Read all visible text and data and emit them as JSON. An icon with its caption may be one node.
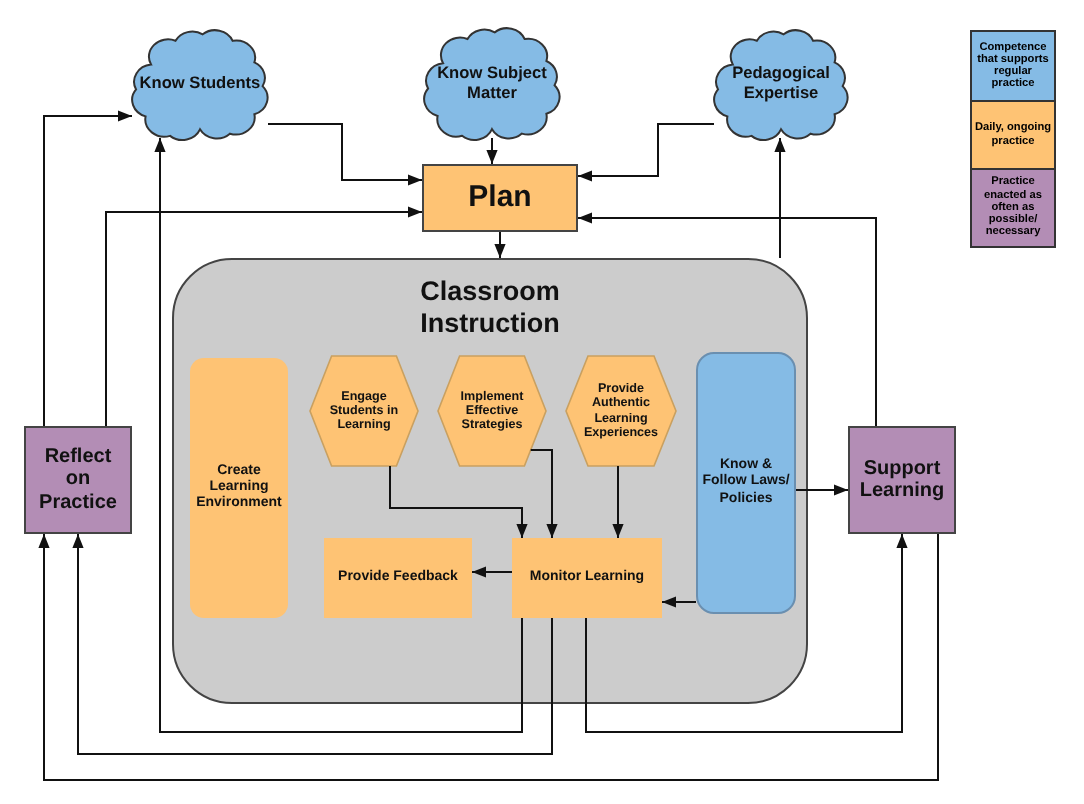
{
  "diagram": {
    "nodes": [
      {
        "text": [
          "Know Students"
        ]
      },
      {
        "text": [
          "Know Subject Matter"
        ]
      },
      {
        "text": [
          "Pedagogical Expertise"
        ]
      },
      {
        "text": [
          "Plan"
        ]
      },
      {
        "text": [
          "Classroom Instruction"
        ]
      },
      {
        "text": [
          "Create Learning Environment"
        ],
        "in": 4
      },
      {
        "text": [
          "Engage Students in Learning"
        ],
        "in": 4
      },
      {
        "text": [
          "Implement Effective Strategies"
        ],
        "in": 4
      },
      {
        "text": [
          "Provide Authentic Learning Experiences"
        ],
        "in": 4
      },
      {
        "text": [
          "Know & Follow Laws/ Policies"
        ],
        "in": 4
      },
      {
        "text": [
          "Reflect on Practice"
        ]
      },
      {
        "text": [
          "Support Learning"
        ]
      },
      {
        "text": [
          "Provide Feedback"
        ],
        "in": 4
      },
      {
        "text": [
          "Monitor Learning"
        ],
        "in": 4
      }
    ],
    "edges": [
      {
        "from": 0,
        "to": 3,
        "arrow": "to"
      },
      {
        "from": 1,
        "to": 3,
        "arrow": "to"
      },
      {
        "from": 2,
        "to": 3,
        "arrow": "to"
      },
      {
        "from": 3,
        "to": 4,
        "arrow": "to"
      },
      {
        "from": 10,
        "to": 0,
        "arrow": "to"
      },
      {
        "from": 10,
        "to": 3,
        "arrow": "to"
      },
      {
        "from": 11,
        "to": 3,
        "arrow": "to"
      },
      {
        "from": 4,
        "to": 2,
        "arrow": "to"
      },
      {
        "from": 13,
        "to": 0,
        "arrow": "to"
      },
      {
        "from": 13,
        "to": 10,
        "arrow": "to"
      },
      {
        "from": 13,
        "to": 11,
        "arrow": "to"
      },
      {
        "from": 11,
        "to": 10,
        "arrow": "to"
      },
      {
        "from": 6,
        "to": 13,
        "arrow": "to"
      },
      {
        "from": 7,
        "to": 13,
        "arrow": "to"
      },
      {
        "from": 8,
        "to": 13,
        "arrow": "to"
      },
      {
        "from": 13,
        "to": 12,
        "arrow": "to"
      },
      {
        "from": 9,
        "to": 13,
        "arrow": "to"
      },
      {
        "from": 9,
        "to": 11,
        "arrow": "to"
      }
    ],
    "legend": [
      {
        "text": "Competence that supports regular practice",
        "color": "#85bbe5"
      },
      {
        "text": "Daily, ongoing practice",
        "color": "#fec374"
      },
      {
        "text": "Practice enacted as often as possible/ necessary",
        "color": "#b38db5"
      }
    ]
  }
}
